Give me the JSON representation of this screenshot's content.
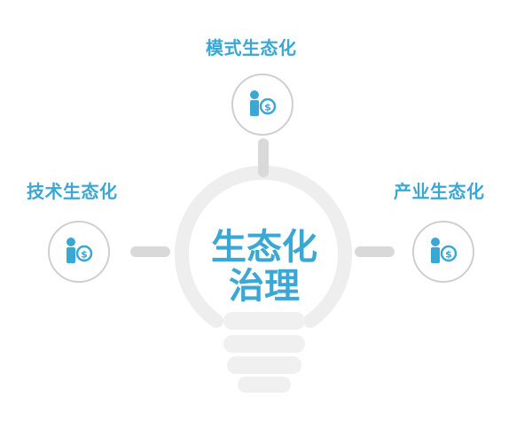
{
  "nodes": {
    "top": {
      "label": "模式生态化",
      "icon": "person-coin-icon"
    },
    "left": {
      "label": "技术生态化",
      "icon": "person-coin-icon"
    },
    "right": {
      "label": "产业生态化",
      "icon": "person-coin-icon"
    }
  },
  "center": {
    "line1": "生态化",
    "line2": "治理",
    "icon": "lightbulb-icon"
  },
  "colors": {
    "accent": "#3aa7d4",
    "gray": "#e6e6e6",
    "ring": "#cfcfcf"
  }
}
